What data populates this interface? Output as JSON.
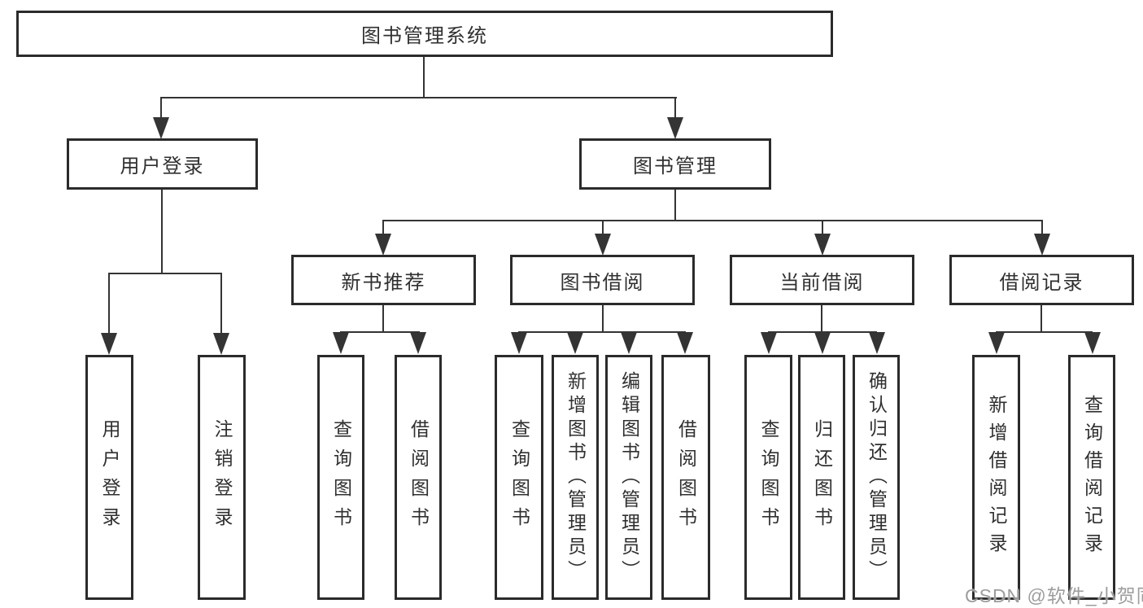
{
  "tree": {
    "root": "图书管理系统",
    "level2": [
      {
        "label": "用户登录",
        "leaves": [
          "用户登录",
          "注销登录"
        ]
      },
      {
        "label": "图书管理",
        "groups": [
          {
            "label": "新书推荐",
            "leaves": [
              "查询图书",
              "借阅图书"
            ]
          },
          {
            "label": "图书借阅",
            "leaves": [
              "查询图书",
              "新增图书（管理员）",
              "编辑图书（管理员）",
              "借阅图书"
            ]
          },
          {
            "label": "当前借阅",
            "leaves": [
              "查询图书",
              "归还图书",
              "确认归还（管理员）"
            ]
          },
          {
            "label": "借阅记录",
            "leaves": [
              "新增借阅记录",
              "查询借阅记录"
            ]
          }
        ]
      }
    ]
  },
  "watermark": {
    "text": "CSDN @软件_小贺同学",
    "color": "#9d9d9d"
  },
  "colors": {
    "line": "#343434",
    "box_border": "#2b2b2b",
    "text": "#303030",
    "background": "#ffffff"
  }
}
